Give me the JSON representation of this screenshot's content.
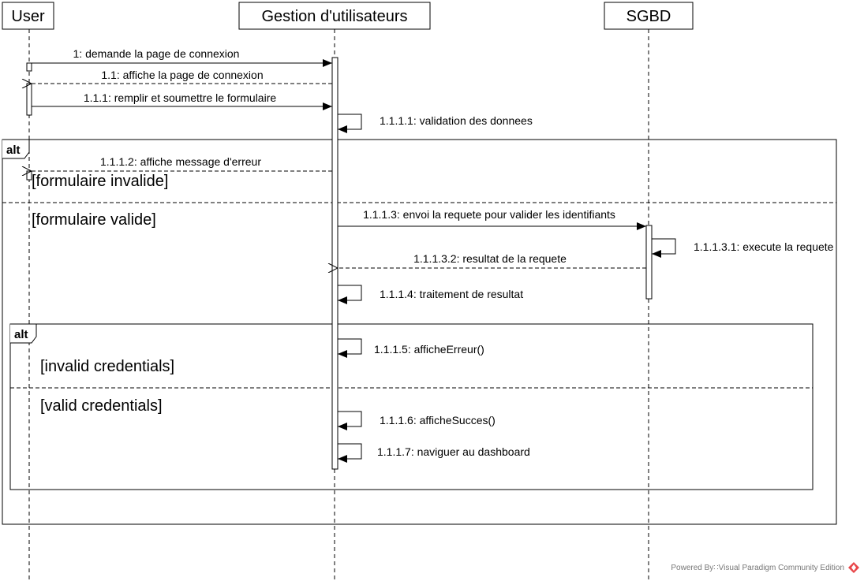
{
  "lifelines": {
    "user": "User",
    "gestion": "Gestion d'utilisateurs",
    "sgbd": "SGBD"
  },
  "messages": {
    "m1": "1: demande la page de connexion",
    "m1_1": "1.1: affiche la page de connexion",
    "m1_1_1": "1.1.1: remplir et soumettre le formulaire",
    "m1_1_1_1": "1.1.1.1: validation des donnees",
    "m1_1_1_2": "1.1.1.2: affiche message d'erreur",
    "m1_1_1_3": "1.1.1.3: envoi la requete pour valider les identifiants",
    "m1_1_1_3_1": "1.1.1.3.1: execute la requete",
    "m1_1_1_3_2": "1.1.1.3.2: resultat de la requete",
    "m1_1_1_4": "1.1.1.4: traitement de resultat",
    "m1_1_1_5": "1.1.1.5: afficheErreur()",
    "m1_1_1_6": "1.1.1.6: afficheSucces()",
    "m1_1_1_7": "1.1.1.7: naviguer au dashboard"
  },
  "fragments": {
    "outer_tag": "alt",
    "outer_guard_1": "[formulaire invalide]",
    "outer_guard_2": "[formulaire valide]",
    "inner_tag": "alt",
    "inner_guard_1": "[invalid credentials]",
    "inner_guard_2": "[valid credentials]"
  },
  "footer": {
    "text": "Powered By∷Visual Paradigm Community Edition"
  },
  "colors": {
    "line": "#000000",
    "footer_logo": "#e8474a"
  }
}
